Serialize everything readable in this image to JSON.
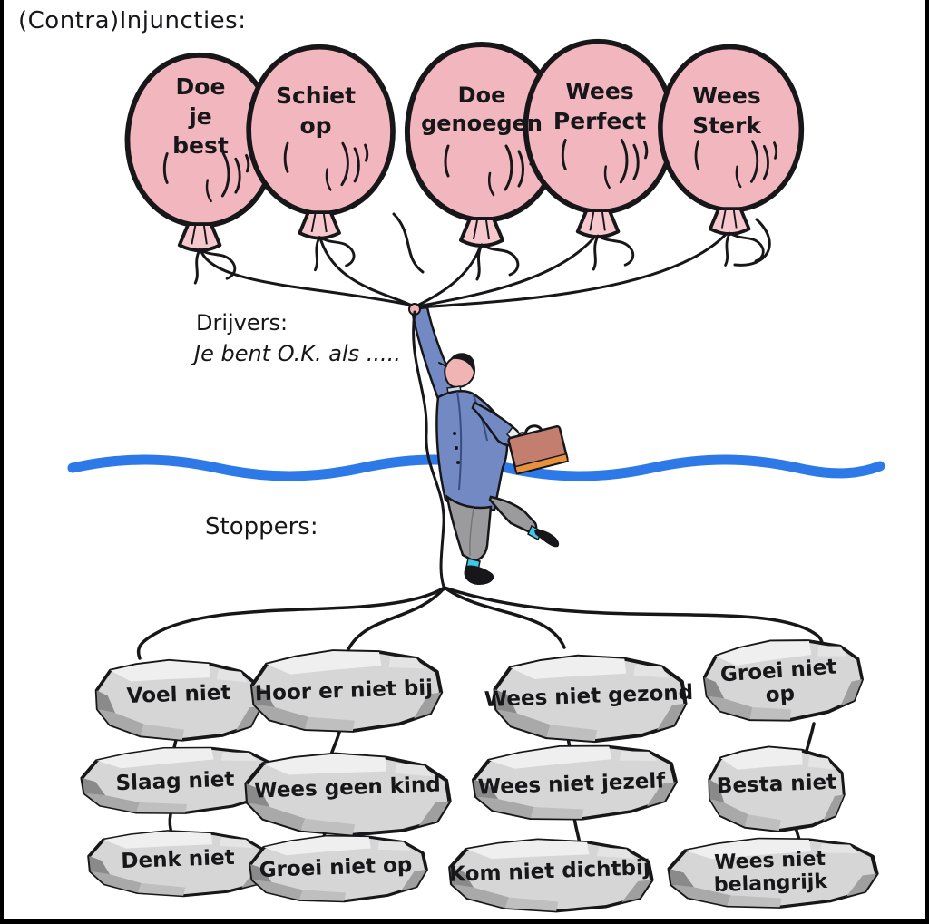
{
  "title": "(Contra)Injuncties:",
  "drivers": {
    "heading": "Drijvers:",
    "tagline": "Je bent O.K.  als .....",
    "balloons": [
      {
        "line1": "Doe",
        "line2": "je",
        "line3": "best"
      },
      {
        "line1": "Schiet",
        "line2": "op"
      },
      {
        "line1": "Doe",
        "line2": "genoegen"
      },
      {
        "line1": "Wees",
        "line2": "Perfect"
      },
      {
        "line1": "Wees",
        "line2": "Sterk"
      }
    ]
  },
  "stoppers": {
    "heading": "Stoppers:",
    "rocks": {
      "col1": [
        "Voel niet",
        "Slaag niet",
        "Denk niet"
      ],
      "col2": [
        "Hoor er niet bij",
        "Wees geen kind",
        "Groei niet op"
      ],
      "col3": [
        "Wees niet gezond",
        "Wees niet jezelf",
        "Kom niet dichtbij"
      ],
      "col4": [
        "Groei niet op",
        "Besta niet",
        "Wees niet belangrijk"
      ]
    }
  },
  "colors": {
    "balloon_pink": "#F2B6BE",
    "balloon_knot_pink": "#F6C8CE",
    "water_blue": "#2E79E8",
    "rock_gray": "#D6D6D6",
    "jacket_blue": "#7289C4",
    "briefcase_brown": "#C47E70",
    "briefcase_orange": "#E8923E",
    "outline_black": "#17171a"
  }
}
